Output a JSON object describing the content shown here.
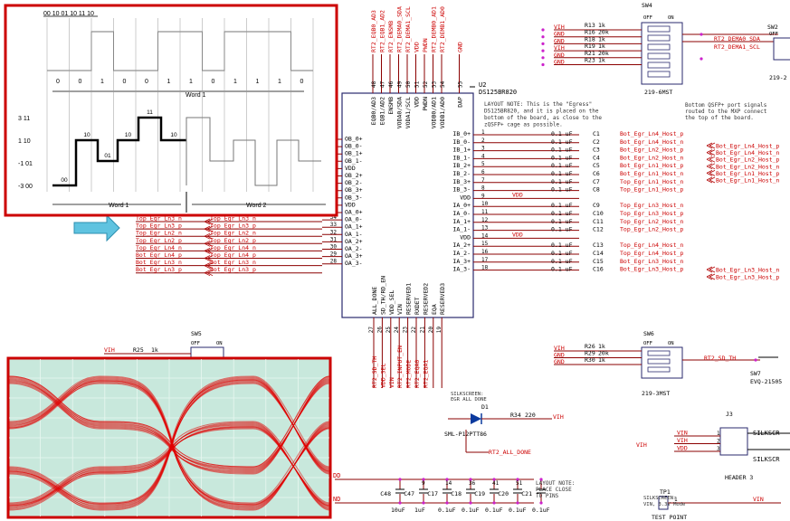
{
  "colors": {
    "wire": "#b00000",
    "text": "#003c96",
    "red": "#cc0000",
    "pin": "#8b0000",
    "box": "#3b3b9a",
    "magenta": "#cc22cc",
    "grid": "#c8e8dc",
    "eye": "#e00000"
  },
  "waveform": {
    "bits": "00 10 01 10 11 10",
    "levels": [
      "3 11",
      "1 10",
      "-1 01",
      "-3 00"
    ],
    "bit_labels": [
      "0",
      "0",
      "1",
      "0",
      "0",
      "1",
      "1",
      "0",
      "1",
      "1",
      "1",
      "0"
    ],
    "word1_top": "Word 1",
    "word1": "Word 1",
    "word2": "Word 2",
    "level_codes": [
      "00",
      "10",
      "01",
      "10",
      "11",
      "10"
    ]
  },
  "chip": {
    "part": "DS125BR820",
    "ref": "U2",
    "top_pins": [
      {
        "num": "48",
        "name": "EQB0/AD3",
        "net": "RT2_EQB0_AD3"
      },
      {
        "num": "47",
        "name": "EQB1/AD2",
        "net": "RT2_EQB1_AD2"
      },
      {
        "num": "46",
        "name": "ENSMB",
        "net": "RT2_ENSMB"
      },
      {
        "num": "49",
        "name": "VODA0/SDA",
        "net": "RT2_DEMA0_SDA"
      },
      {
        "num": "50",
        "name": "VODA1/SCL",
        "net": "RT2_DEMA1_SCL"
      },
      {
        "num": "51",
        "name": "VDD",
        "net": "VDD"
      },
      {
        "num": "52",
        "name": "PWDN",
        "net": "PWDN"
      },
      {
        "num": "53",
        "name": "VODB0/AD1",
        "net": "RT2_DEMB0_AD1"
      },
      {
        "num": "54",
        "name": "VODB1/AD0",
        "net": "RT2_DEMB1_AD0"
      },
      {
        "num": "55",
        "name": "DAP",
        "net": "GND"
      }
    ],
    "left_pins": [
      {
        "num": "",
        "name": "OB_0+"
      },
      {
        "num": "",
        "name": "OB_0-"
      },
      {
        "num": "",
        "name": "OB_1+"
      },
      {
        "num": "",
        "name": "OB_1-"
      },
      {
        "num": "",
        "name": "VDD"
      },
      {
        "num": "",
        "name": "OB_2+"
      },
      {
        "num": "",
        "name": "OB_2-"
      },
      {
        "num": "",
        "name": "OB_3+"
      },
      {
        "num": "",
        "name": "OB_3-"
      },
      {
        "num": "",
        "name": "VDD"
      },
      {
        "num": "35",
        "name": "OA_0+"
      },
      {
        "num": "34",
        "name": "OA_0-"
      },
      {
        "num": "33",
        "name": "OA_1+"
      },
      {
        "num": "32",
        "name": "OA_1-"
      },
      {
        "num": "31",
        "name": "OA_2+"
      },
      {
        "num": "30",
        "name": "OA_2-"
      },
      {
        "num": "29",
        "name": "OA_3+"
      },
      {
        "num": "28",
        "name": "OA_3-"
      }
    ],
    "left_nets": [
      {
        "left": "Top_Egr_Ln3_n",
        "right": "Top_Egr_Ln3_n"
      },
      {
        "left": "Top_Egr_Ln3_p",
        "right": "Top_Egr_Ln3_p"
      },
      {
        "left": "Top_Egr_Ln2_n",
        "right": "Top_Egr_Ln2_n"
      },
      {
        "left": "Top_Egr_Ln2_p",
        "right": "Top_Egr_Ln2_p"
      },
      {
        "left": "Top_Egr_Ln4_n",
        "right": "Top_Egr_Ln4_n"
      },
      {
        "left": "Bot_Egr_Ln4_p",
        "right": "Top_Egr_Ln4_p"
      },
      {
        "left": "Bot_Egr_Ln3_n",
        "right": "Bot_Egr_Ln3_n"
      },
      {
        "left": "Bot_Egr_Ln3_p",
        "right": "Bot_Egr_Ln3_p"
      }
    ],
    "right_pins": [
      {
        "num": "1",
        "name": "IB_0+"
      },
      {
        "num": "2",
        "name": "IB_0-"
      },
      {
        "num": "3",
        "name": "IB_1+"
      },
      {
        "num": "4",
        "name": "IB_1-"
      },
      {
        "num": "5",
        "name": "IB_2+"
      },
      {
        "num": "6",
        "name": "IB_2-"
      },
      {
        "num": "7",
        "name": "IB_3+"
      },
      {
        "num": "8",
        "name": "IB_3-"
      },
      {
        "num": "9",
        "name": "VDD"
      },
      {
        "num": "10",
        "name": "IA_0+"
      },
      {
        "num": "11",
        "name": "IA_0-"
      },
      {
        "num": "12",
        "name": "IA_1+"
      },
      {
        "num": "13",
        "name": "IA_1-"
      },
      {
        "num": "14",
        "name": "VDD"
      },
      {
        "num": "15",
        "name": "IA_2+"
      },
      {
        "num": "16",
        "name": "IA_2-"
      },
      {
        "num": "17",
        "name": "IA_3+"
      },
      {
        "num": "18",
        "name": "IA_3-"
      }
    ],
    "bottom_pins": [
      {
        "num": "27",
        "name": "ALL_DONE",
        "net": "RT2_SD_TH"
      },
      {
        "num": "26",
        "name": "SD_TH/RD_EN",
        "net": "VDD_SEL"
      },
      {
        "num": "25",
        "name": "VDD_SEL",
        "net": "VIN"
      },
      {
        "num": "24",
        "name": "VIN",
        "net": "RT2_INPUT_EN"
      },
      {
        "num": "23",
        "name": "RESERVED1",
        "net": "RT2_MODE"
      },
      {
        "num": "22",
        "name": "RXDET",
        "net": "RT2_EQA0"
      },
      {
        "num": "21",
        "name": "RESERVED2",
        "net": "RT2_EQA1"
      },
      {
        "num": "20",
        "name": "EQA",
        "net": ""
      },
      {
        "num": "19",
        "name": "RESERVED3",
        "net": ""
      }
    ]
  },
  "caps": [
    {
      "ref": "C1",
      "val": "0.1 uF",
      "net": "Bot_Egr_Ln4_Host_p"
    },
    {
      "ref": "C2",
      "val": "0.1 uF",
      "net": "Bot_Egr_Ln4_Host_n"
    },
    {
      "ref": "C3",
      "val": "0.1 uF",
      "net": "Bot_Egr_Ln2_Host_p"
    },
    {
      "ref": "C4",
      "val": "0.1 uF",
      "net": "Bot_Egr_Ln2_Host_n"
    },
    {
      "ref": "C5",
      "val": "0.1 uF",
      "net": "Bot_Egr_Ln1_Host_p"
    },
    {
      "ref": "C6",
      "val": "0.1 uF",
      "net": "Bot_Egr_Ln1_Host_n"
    },
    {
      "ref": "C7",
      "val": "0.1 uF",
      "net": "Top_Egr_Ln1_Host_n"
    },
    {
      "ref": "C8",
      "val": "0.1 uF",
      "net": "Top_Egr_Ln1_Host_p"
    },
    {
      "ref": "C9",
      "val": "0.1 uF",
      "net": "Top_Egr_Ln3_Host_n"
    },
    {
      "ref": "C10",
      "val": "0.1 uF",
      "net": "Top_Egr_Ln3_Host_p"
    },
    {
      "ref": "C11",
      "val": "0.1 uF",
      "net": "Top_Egr_Ln2_Host_n"
    },
    {
      "ref": "C12",
      "val": "0.1 uF",
      "net": "Top_Egr_Ln2_Host_p"
    },
    {
      "ref": "C13",
      "val": "0.1 uF",
      "net": "Top_Egr_Ln4_Host_n"
    },
    {
      "ref": "C14",
      "val": "0.1 uF",
      "net": "Top_Egr_Ln4_Host_p"
    },
    {
      "ref": "C15",
      "val": "0.1 uF",
      "net": "Bot_Egr_Ln3_Host_n"
    },
    {
      "ref": "C16",
      "val": "0.1 uF",
      "net": "Bot_Egr_Ln3_Host_p"
    }
  ],
  "right_out_nets": [
    "Bot_Egr_Ln4_Host_p",
    "Bot_Egr_Ln4_Host_n",
    "Bot_Egr_Ln2_Host_p",
    "Bot_Egr_Ln2_Host_n",
    "Bot_Egr_Ln1_Host_p",
    "Bot_Egr_Ln1_Host_n"
  ],
  "right_out_nets2": [
    "Bot_Egr_Ln3_Host_n",
    "Bot_Egr_Ln3_Host_p"
  ],
  "vdd_label": "VDD",
  "layout_note1": [
    "LAYOUT NOTE: This is the \"Egress\"",
    "DS125BR820, and it is placed on the",
    "bottom of the board, as close to the",
    "zQSFP+ cage as possible."
  ],
  "layout_note2": [
    "Bottom QSFP+ port signals",
    "routed to the MXP connect",
    "the top of the board."
  ],
  "sw4": {
    "ref": "SW4",
    "off": "OFF",
    "on": "ON",
    "part": "219-6MST",
    "res": [
      {
        "net": "VIH",
        "ref": "R13",
        "val": "1k"
      },
      {
        "net": "GND",
        "ref": "R16",
        "val": "20k"
      },
      {
        "net": "GND",
        "ref": "R18",
        "val": "1k"
      },
      {
        "net": "VIH",
        "ref": "R19",
        "val": "1k"
      },
      {
        "net": "GND",
        "ref": "R21",
        "val": "20k"
      },
      {
        "net": "GND",
        "ref": "R23",
        "val": "1k"
      }
    ],
    "outs": [
      "RT2_DEMA0_SDA",
      "RT2_DEMA1_SCL"
    ]
  },
  "sw2": {
    "ref": "SW2",
    "off": "OFF",
    "part": "219-2"
  },
  "sw5": {
    "ref": "SW5",
    "off": "OFF",
    "on": "ON",
    "vih": "VIH",
    "r": "R25",
    "rv": "1k"
  },
  "sw6": {
    "ref": "SW6",
    "off": "OFF",
    "on": "ON",
    "part": "219-3MST",
    "res": [
      {
        "net": "VIH",
        "ref": "R26",
        "val": "1k"
      },
      {
        "net": "GND",
        "ref": "R29",
        "val": "20k"
      },
      {
        "net": "GND",
        "ref": "R30",
        "val": "1k"
      }
    ],
    "out": "RT2_SD_TH"
  },
  "sw7": {
    "ref": "SW7",
    "part": "EVQ-21505"
  },
  "led": {
    "silk": [
      "SILKSCREEN:",
      "EGR ALL DONE"
    ],
    "ref": "D1",
    "part": "SML-P12PTT86",
    "r": "R34",
    "rv": "220",
    "net": "VIH",
    "done": "RT2_ALL_DONE"
  },
  "j3": {
    "ref": "J3",
    "part": "HEADER 3",
    "vih": "VIH",
    "pins": [
      {
        "net": "VIN",
        "n": "1"
      },
      {
        "net": "VIH",
        "n": "2"
      },
      {
        "net": "VDD",
        "n": "3"
      }
    ],
    "silk1": "SILKSCR",
    "silk2": "SILKSCR"
  },
  "tp1": {
    "ref": "TP1",
    "part": "TEST POINT",
    "net": "VIN",
    "silk": [
      "SILKSCREEN:",
      "VIN, 3.3V Mode"
    ],
    "pin": "1"
  },
  "bypass": {
    "refs": [
      "C48",
      "C47",
      "C17",
      "C18",
      "C19",
      "C20",
      "C21"
    ],
    "vals": [
      "10uF",
      "1uF",
      "0.1uF",
      "0.1uF",
      "0.1uF",
      "0.1uF",
      "0.1uF"
    ],
    "pins": [
      "9",
      "14",
      "36",
      "41",
      "51"
    ],
    "note": [
      "LAYOUT NOTE:",
      "PLACE CLOSE",
      "TO PINS"
    ],
    "dd": "DD",
    "nd": "ND"
  }
}
